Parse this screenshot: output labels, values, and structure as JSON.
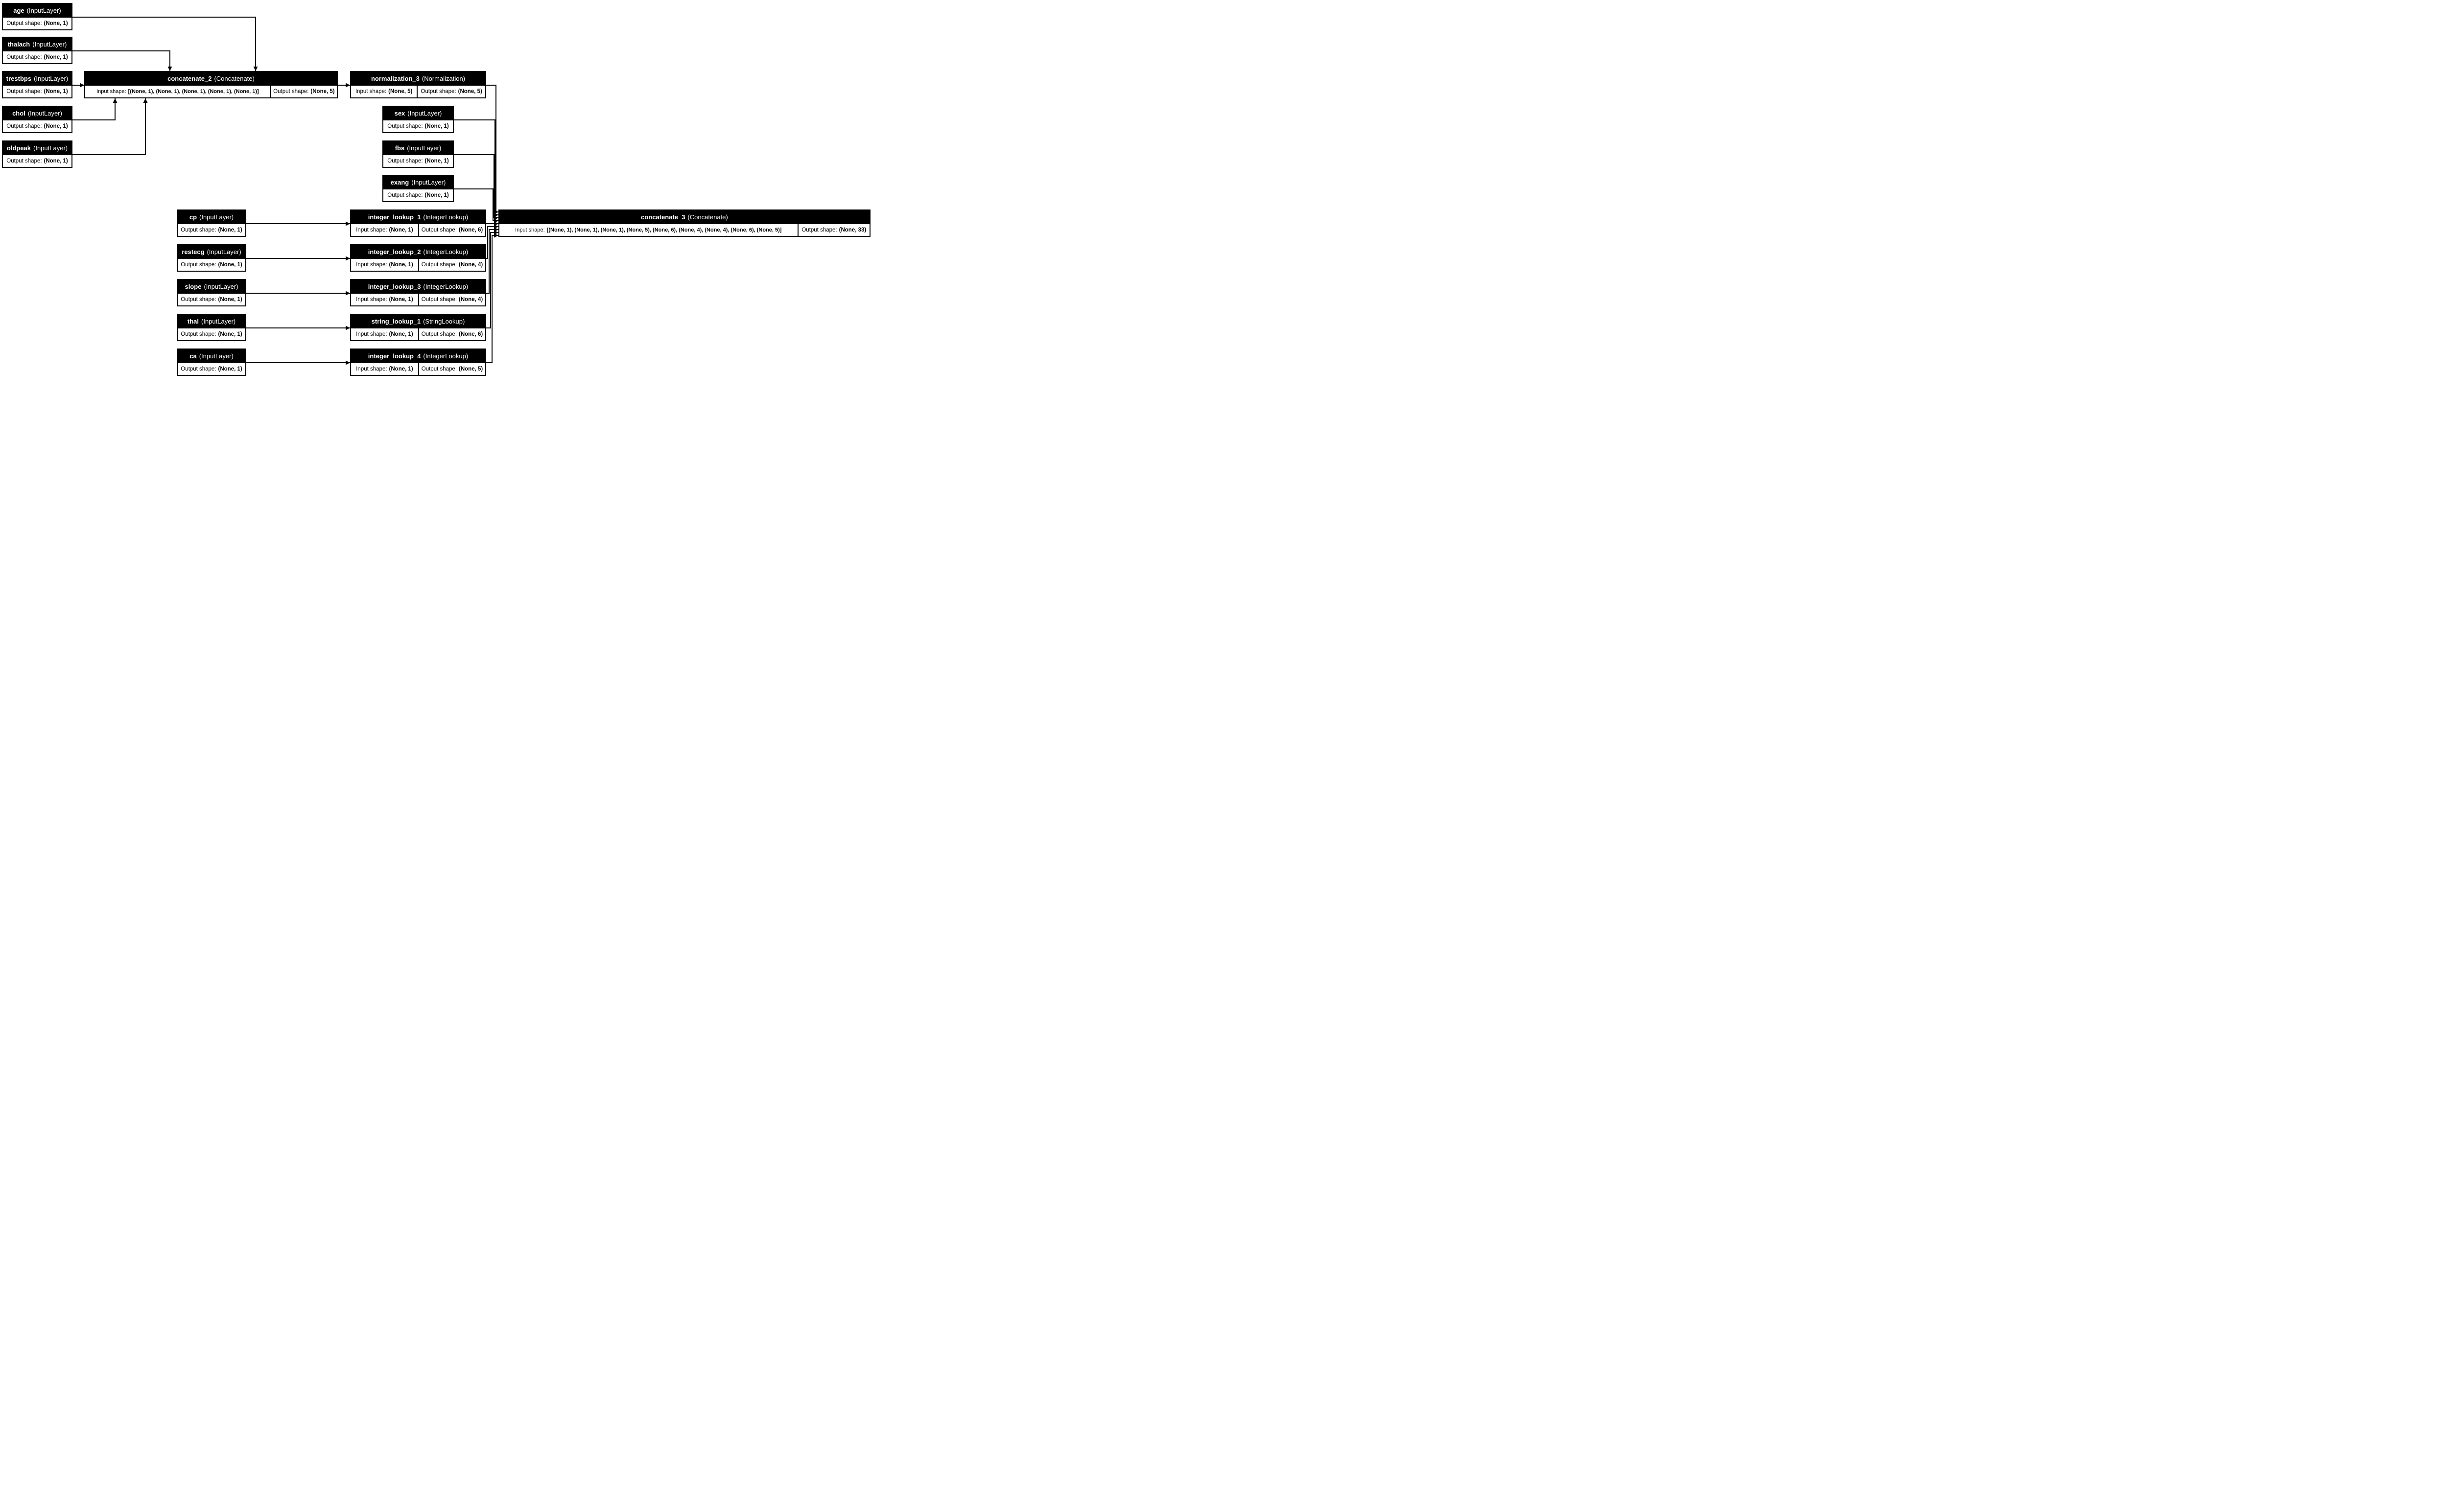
{
  "labels": {
    "input_shape": "Input shape:",
    "output_shape": "Output shape:"
  },
  "colors": {
    "node_header_fill": "#000000",
    "node_header_text": "#ffffff",
    "node_body_fill": "#ffffff",
    "node_body_text": "#000000",
    "edge": "#000000",
    "background": "#ffffff"
  },
  "nodes": {
    "age": {
      "name": "age",
      "type_label": "(InputLayer)",
      "output_shape": "(None, 1)"
    },
    "thalach": {
      "name": "thalach",
      "type_label": "(InputLayer)",
      "output_shape": "(None, 1)"
    },
    "trestbps": {
      "name": "trestbps",
      "type_label": "(InputLayer)",
      "output_shape": "(None, 1)"
    },
    "chol": {
      "name": "chol",
      "type_label": "(InputLayer)",
      "output_shape": "(None, 1)"
    },
    "oldpeak": {
      "name": "oldpeak",
      "type_label": "(InputLayer)",
      "output_shape": "(None, 1)"
    },
    "concatenate_2": {
      "name": "concatenate_2",
      "type_label": "(Concatenate)",
      "input_shape": "[(None, 1), (None, 1), (None, 1), (None, 1), (None, 1)]",
      "output_shape": "(None, 5)"
    },
    "normalization_3": {
      "name": "normalization_3",
      "type_label": "(Normalization)",
      "input_shape": "(None, 5)",
      "output_shape": "(None, 5)"
    },
    "sex": {
      "name": "sex",
      "type_label": "(InputLayer)",
      "output_shape": "(None, 1)"
    },
    "fbs": {
      "name": "fbs",
      "type_label": "(InputLayer)",
      "output_shape": "(None, 1)"
    },
    "exang": {
      "name": "exang",
      "type_label": "(InputLayer)",
      "output_shape": "(None, 1)"
    },
    "cp": {
      "name": "cp",
      "type_label": "(InputLayer)",
      "output_shape": "(None, 1)"
    },
    "restecg": {
      "name": "restecg",
      "type_label": "(InputLayer)",
      "output_shape": "(None, 1)"
    },
    "slope": {
      "name": "slope",
      "type_label": "(InputLayer)",
      "output_shape": "(None, 1)"
    },
    "thal": {
      "name": "thal",
      "type_label": "(InputLayer)",
      "output_shape": "(None, 1)"
    },
    "ca": {
      "name": "ca",
      "type_label": "(InputLayer)",
      "output_shape": "(None, 1)"
    },
    "integer_lookup_1": {
      "name": "integer_lookup_1",
      "type_label": "(IntegerLookup)",
      "input_shape": "(None, 1)",
      "output_shape": "(None, 6)"
    },
    "integer_lookup_2": {
      "name": "integer_lookup_2",
      "type_label": "(IntegerLookup)",
      "input_shape": "(None, 1)",
      "output_shape": "(None, 4)"
    },
    "integer_lookup_3": {
      "name": "integer_lookup_3",
      "type_label": "(IntegerLookup)",
      "input_shape": "(None, 1)",
      "output_shape": "(None, 4)"
    },
    "string_lookup_1": {
      "name": "string_lookup_1",
      "type_label": "(StringLookup)",
      "input_shape": "(None, 1)",
      "output_shape": "(None, 6)"
    },
    "integer_lookup_4": {
      "name": "integer_lookup_4",
      "type_label": "(IntegerLookup)",
      "input_shape": "(None, 1)",
      "output_shape": "(None, 5)"
    },
    "concatenate_3": {
      "name": "concatenate_3",
      "type_label": "(Concatenate)",
      "input_shape": "[(None, 1), (None, 1), (None, 1), (None, 5), (None, 6), (None, 4), (None, 4), (None, 6), (None, 5)]",
      "output_shape": "(None, 33)"
    }
  },
  "edges": [
    {
      "from": "age",
      "to": "concatenate_2"
    },
    {
      "from": "thalach",
      "to": "concatenate_2"
    },
    {
      "from": "trestbps",
      "to": "concatenate_2"
    },
    {
      "from": "chol",
      "to": "concatenate_2"
    },
    {
      "from": "oldpeak",
      "to": "concatenate_2"
    },
    {
      "from": "concatenate_2",
      "to": "normalization_3"
    },
    {
      "from": "normalization_3",
      "to": "concatenate_3"
    },
    {
      "from": "sex",
      "to": "concatenate_3"
    },
    {
      "from": "fbs",
      "to": "concatenate_3"
    },
    {
      "from": "exang",
      "to": "concatenate_3"
    },
    {
      "from": "cp",
      "to": "integer_lookup_1"
    },
    {
      "from": "restecg",
      "to": "integer_lookup_2"
    },
    {
      "from": "slope",
      "to": "integer_lookup_3"
    },
    {
      "from": "thal",
      "to": "string_lookup_1"
    },
    {
      "from": "ca",
      "to": "integer_lookup_4"
    },
    {
      "from": "integer_lookup_1",
      "to": "concatenate_3"
    },
    {
      "from": "integer_lookup_2",
      "to": "concatenate_3"
    },
    {
      "from": "integer_lookup_3",
      "to": "concatenate_3"
    },
    {
      "from": "string_lookup_1",
      "to": "concatenate_3"
    },
    {
      "from": "integer_lookup_4",
      "to": "concatenate_3"
    }
  ]
}
